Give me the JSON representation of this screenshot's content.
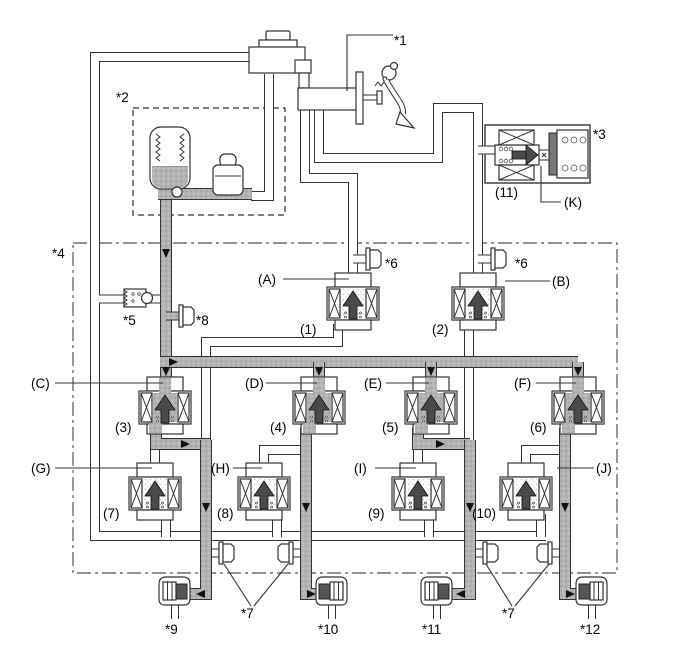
{
  "diagram": {
    "part_labels": {
      "s1": "*1",
      "s2": "*2",
      "s3": "*3",
      "s4": "*4",
      "s5": "*5",
      "s6a": "*6",
      "s6b": "*6",
      "s7a": "*7",
      "s7b": "*7",
      "s8": "*8",
      "s9": "*9",
      "s10": "*10",
      "s11": "*11",
      "s12": "*12"
    },
    "port_labels": {
      "A": "(A)",
      "B": "(B)",
      "C": "(C)",
      "D": "(D)",
      "E": "(E)",
      "F": "(F)",
      "G": "(G)",
      "H": "(H)",
      "I": "(I)",
      "J": "(J)",
      "K": "(K)"
    },
    "valve_numbers": {
      "n1": "(1)",
      "n2": "(2)",
      "n3": "(3)",
      "n4": "(4)",
      "n5": "(5)",
      "n6": "(6)",
      "n7": "(7)",
      "n8": "(8)",
      "n9": "(9)",
      "n10": "(10)",
      "n11": "(11)"
    },
    "colors": {
      "line": "#333333",
      "fluid": "#b3b3b3",
      "plunger": "#4a4a4a",
      "background": "#ffffff"
    }
  }
}
